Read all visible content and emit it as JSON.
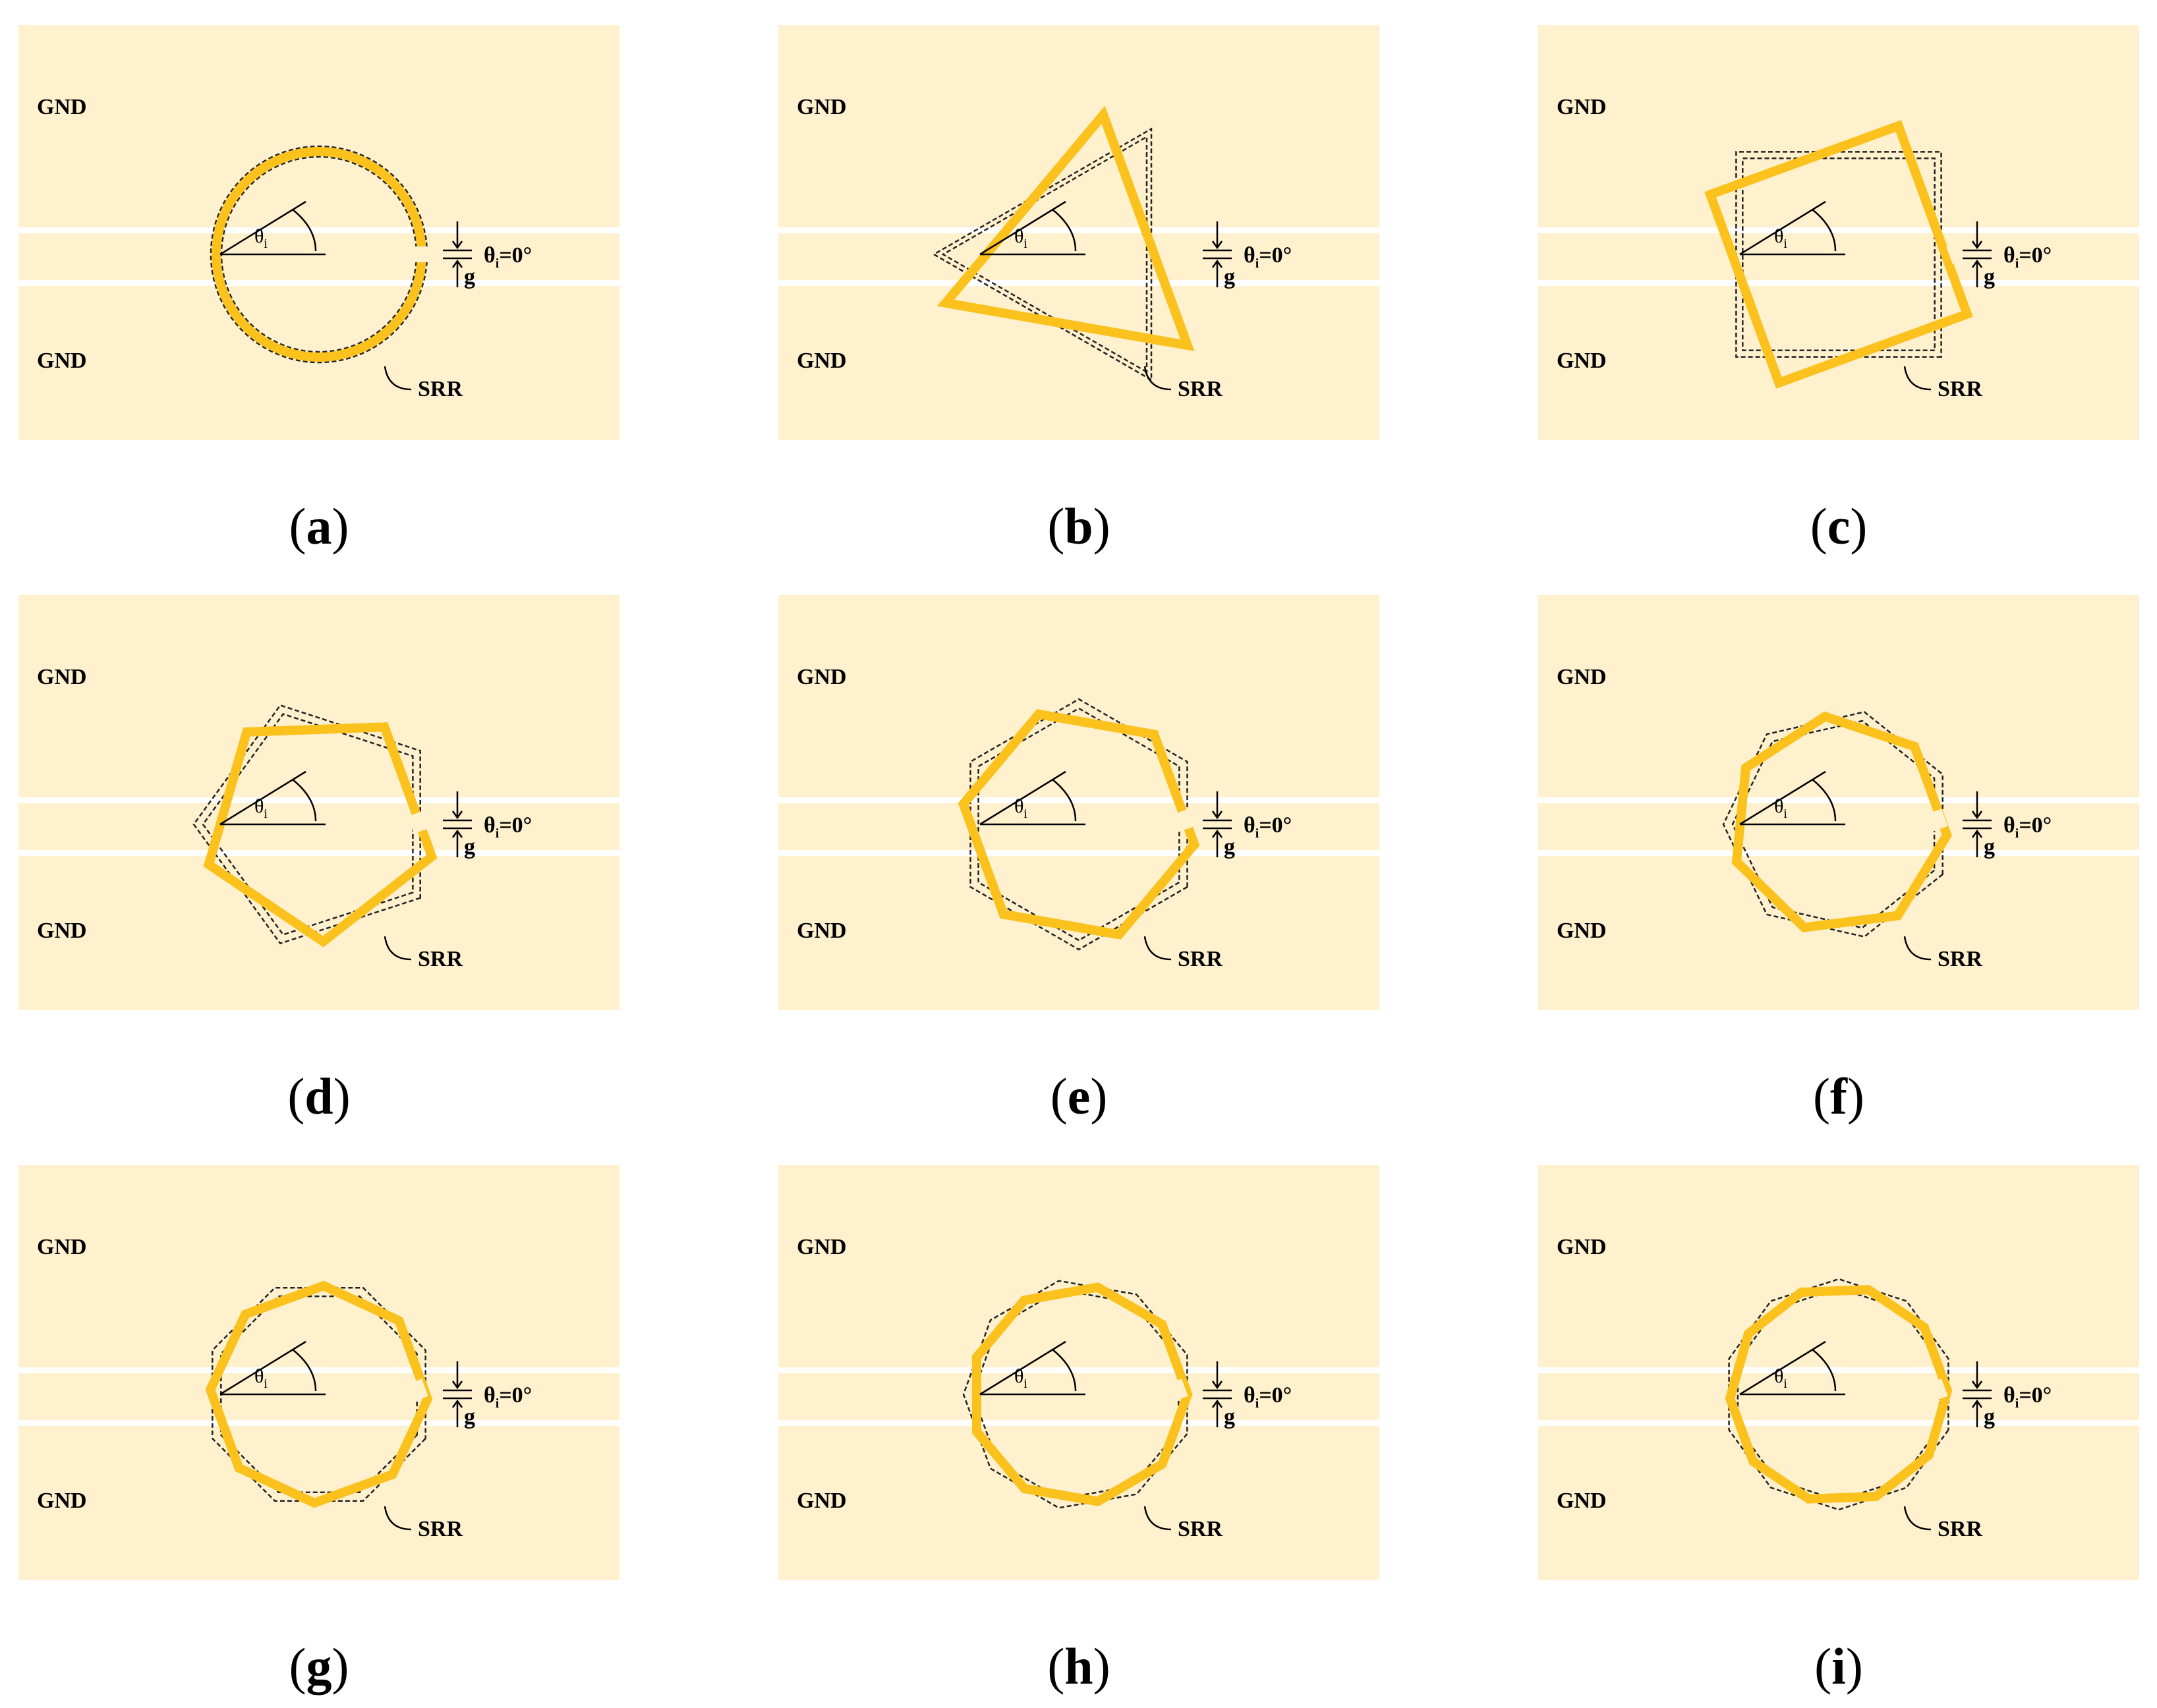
{
  "figure": {
    "gnd_label": "GND",
    "srr_label": "SRR",
    "gap_label": "g",
    "angle_label": "θ",
    "angle_sub": "i",
    "angle_zero_label": "θ",
    "angle_zero_value": "=0°",
    "colors": {
      "substrate": "#fff1ce",
      "slot": "#ffffff",
      "ring": "#fbc11c",
      "dash": "#222222",
      "ink": "#000000"
    },
    "panels": [
      {
        "caption": "a",
        "shape": "circle",
        "sides": 0
      },
      {
        "caption": "b",
        "shape": "polygon",
        "sides": 3
      },
      {
        "caption": "c",
        "shape": "polygon",
        "sides": 4
      },
      {
        "caption": "d",
        "shape": "polygon",
        "sides": 5
      },
      {
        "caption": "e",
        "shape": "polygon",
        "sides": 6
      },
      {
        "caption": "f",
        "shape": "polygon",
        "sides": 7
      },
      {
        "caption": "g",
        "shape": "polygon",
        "sides": 8
      },
      {
        "caption": "h",
        "shape": "polygon",
        "sides": 9
      },
      {
        "caption": "i",
        "shape": "polygon",
        "sides": 10
      }
    ]
  }
}
